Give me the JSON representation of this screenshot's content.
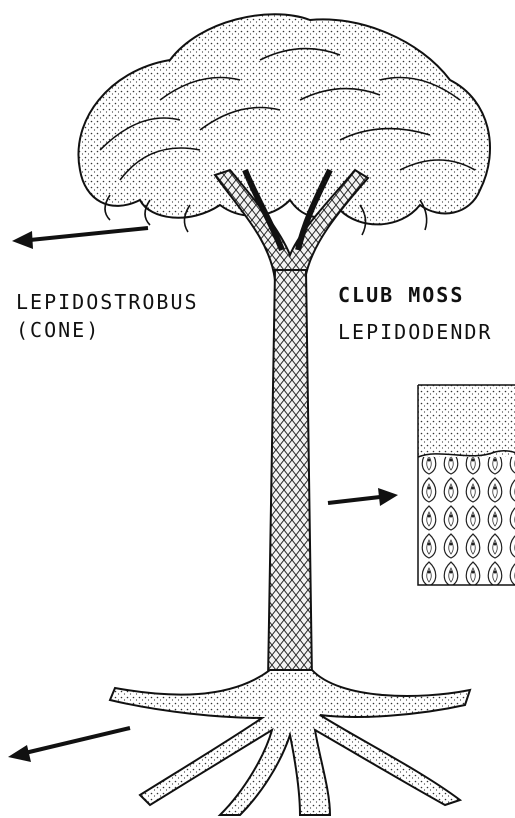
{
  "labels": {
    "cone_line1": "LEPIDOSTROBUS",
    "cone_line2": "(CONE)",
    "club_moss": "CLUB MOSS",
    "lepidodendron": "LEPIDODENDR"
  },
  "parts": [
    "crown-foliage-icon",
    "trunk-icon",
    "root-system-icon",
    "bark-detail-icon",
    "arrow-icon"
  ],
  "colors": {
    "ink": "#111111",
    "paper": "#ffffff",
    "bark": "#e8e8e8"
  }
}
